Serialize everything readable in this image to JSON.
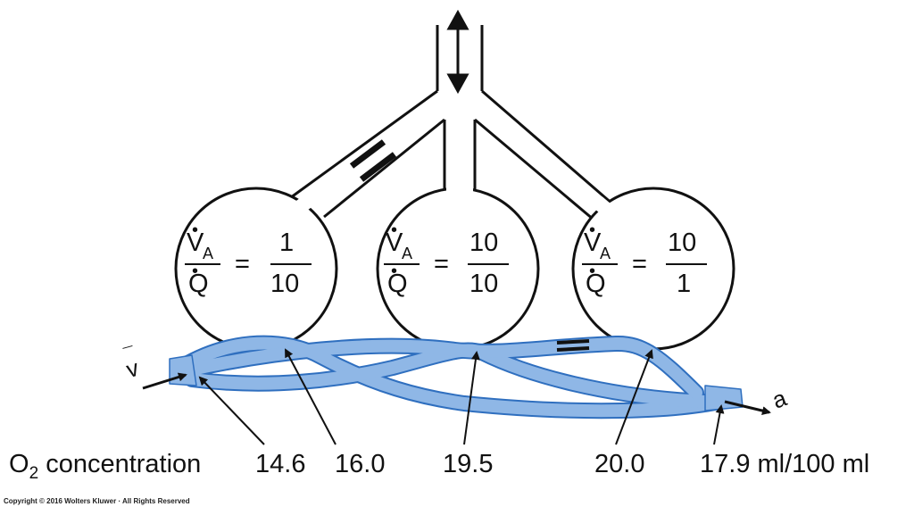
{
  "units": [
    {
      "numerator_symbol": "V",
      "numerator_sub": "A",
      "denominator_symbol": "Q",
      "equals": "=",
      "ratio_top": "1",
      "ratio_bottom": "10"
    },
    {
      "numerator_symbol": "V",
      "numerator_sub": "A",
      "denominator_symbol": "Q",
      "equals": "=",
      "ratio_top": "10",
      "ratio_bottom": "10"
    },
    {
      "numerator_symbol": "V",
      "numerator_sub": "A",
      "denominator_symbol": "Q",
      "equals": "=",
      "ratio_top": "10",
      "ratio_bottom": "1"
    }
  ],
  "venous_label": "v",
  "arterial_label": "a",
  "o2_label": {
    "main": "O",
    "sub": "2",
    "rest": " concentration"
  },
  "values": [
    "14.6",
    "16.0",
    "19.5",
    "20.0",
    "17.9 ml/100 ml"
  ],
  "copyright": "Copyright © 2016 Wolters Kluwer · All Rights Reserved",
  "colors": {
    "blood": "#8fb7e6",
    "blood_edge": "#2f6fbf",
    "line": "#111111"
  }
}
